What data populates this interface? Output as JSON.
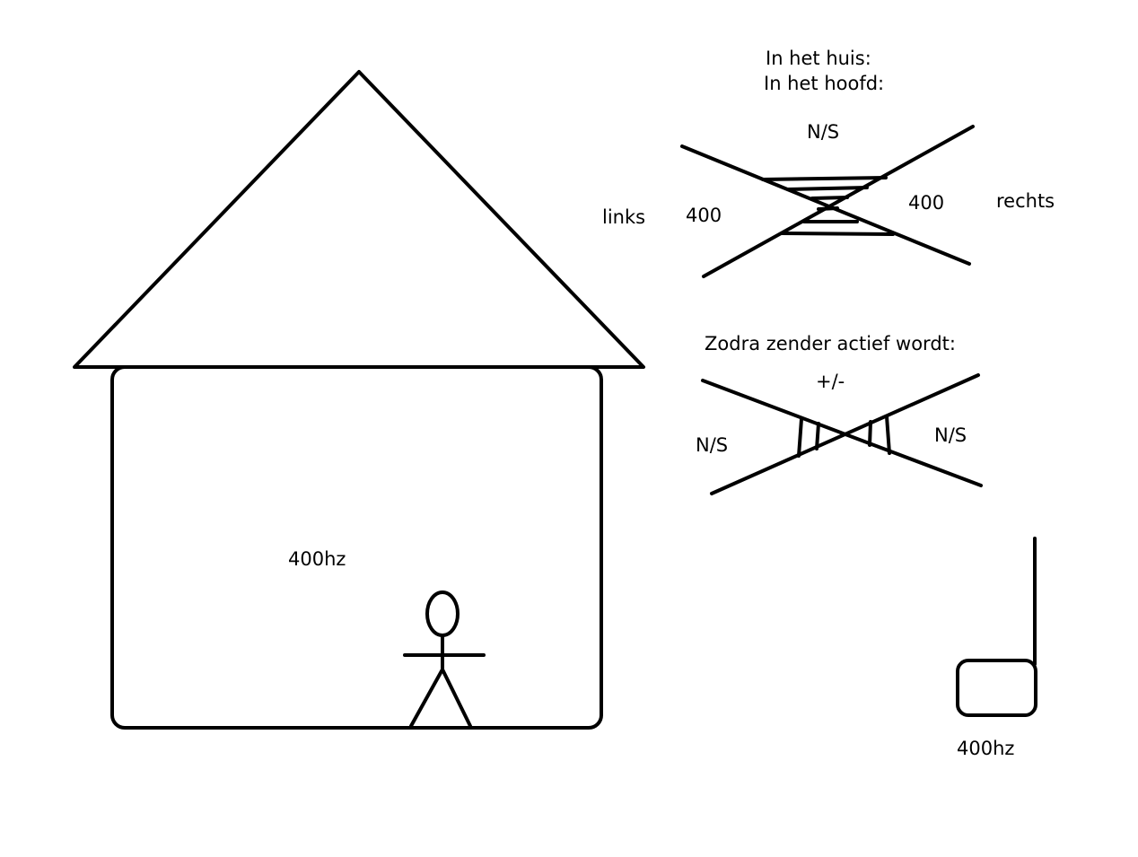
{
  "house": {
    "label": "400hz"
  },
  "heading": {
    "line1": "In het huis:",
    "line2": "In het hoofd:"
  },
  "diagram_top": {
    "top_label": "N/S",
    "left_side": "links",
    "left_value": "400",
    "right_value": "400",
    "right_side": "rechts"
  },
  "diagram_bottom": {
    "title": "Zodra zender actief wordt:",
    "top_label": "+/-",
    "left_label": "N/S",
    "right_label": "N/S"
  },
  "transmitter": {
    "label": "400hz"
  },
  "colors": {
    "stroke": "#000000",
    "background": "#ffffff"
  }
}
